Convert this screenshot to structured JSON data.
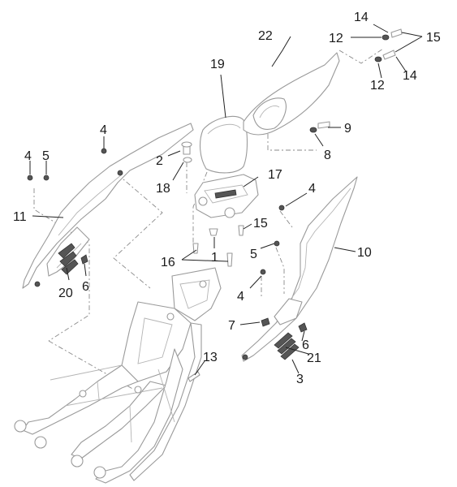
{
  "diagram": {
    "callouts": {
      "c1": "1",
      "c2": "2",
      "c3": "3",
      "c4a": "4",
      "c4b": "4",
      "c4c": "4",
      "c4d": "4",
      "c5a": "5",
      "c5b": "5",
      "c6a": "6",
      "c6b": "6",
      "c7": "7",
      "c8": "8",
      "c9": "9",
      "c10": "10",
      "c11": "11",
      "c12a": "12",
      "c12b": "12",
      "c13": "13",
      "c14a": "14",
      "c14b": "14",
      "c15a": "15",
      "c15b": "15",
      "c16": "16",
      "c17": "17",
      "c18": "18",
      "c19": "19",
      "c20": "20",
      "c21": "21",
      "c22": "22"
    }
  }
}
